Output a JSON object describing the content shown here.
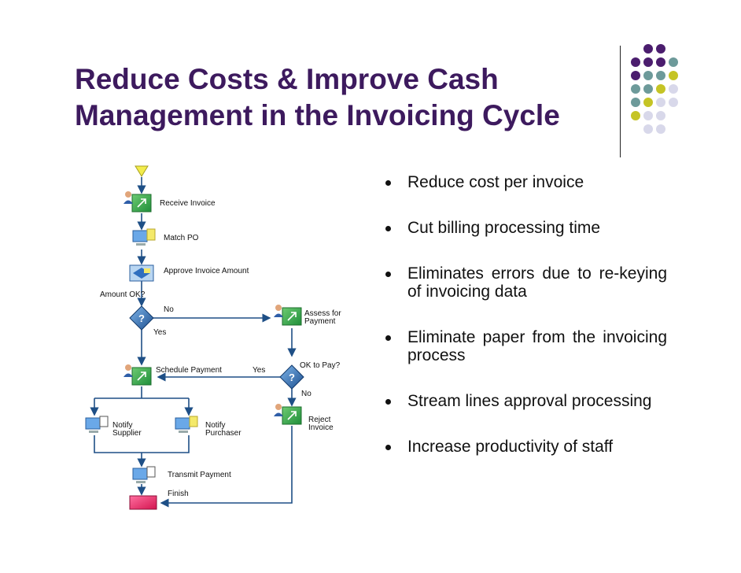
{
  "slide": {
    "title_line1": "Reduce Costs & Improve Cash",
    "title_line2": "Management in the Invoicing Cycle"
  },
  "decoration": {
    "colors": {
      "purple": "#4b1d6e",
      "teal": "#6d9a9a",
      "olive": "#c5c425",
      "lavender": "#d8d8ea"
    },
    "dot_grid": [
      [
        "",
        "purple",
        "purple",
        ""
      ],
      [
        "purple",
        "purple",
        "purple",
        "teal"
      ],
      [
        "purple",
        "teal",
        "teal",
        "olive"
      ],
      [
        "teal",
        "teal",
        "olive",
        "lavender"
      ],
      [
        "teal",
        "olive",
        "lavender",
        "lavender"
      ],
      [
        "olive",
        "lavender",
        "lavender",
        ""
      ],
      [
        "",
        "lavender",
        "lavender",
        ""
      ]
    ]
  },
  "flowchart": {
    "receive_invoice": "Receive Invoice",
    "match_po": "Match PO",
    "approve_invoice_amount": "Approve Invoice Amount",
    "amount_ok": "Amount OK?",
    "no_1": "No",
    "yes_1": "Yes",
    "assess_for_payment_1": "Assess for",
    "assess_for_payment_2": "Payment",
    "ok_to_pay": "OK to Pay?",
    "yes_2": "Yes",
    "no_2": "No",
    "schedule_payment": "Schedule Payment",
    "reject_invoice_1": "Reject",
    "reject_invoice_2": "Invoice",
    "notify_supplier_1": "Notify",
    "notify_supplier_2": "Supplier",
    "notify_purchaser_1": "Notify",
    "notify_purchaser_2": "Purchaser",
    "transmit_payment": "Transmit Payment",
    "finish": "Finish"
  },
  "bullets": [
    "Reduce cost per invoice",
    "Cut billing processing time",
    "Eliminates errors due to re-keying of invoicing data",
    "Eliminate paper from the invoicing process",
    "Stream lines approval processing",
    "Increase productivity of staff"
  ]
}
